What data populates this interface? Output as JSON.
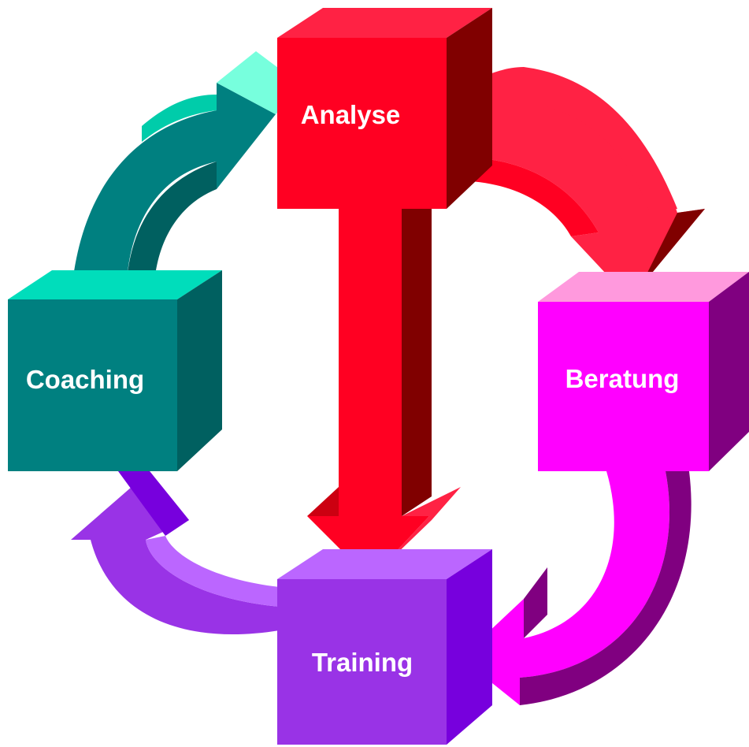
{
  "diagram": {
    "nodes": {
      "analyse": {
        "label": "Analyse"
      },
      "beratung": {
        "label": "Beratung"
      },
      "training": {
        "label": "Training"
      },
      "coaching": {
        "label": "Coaching"
      }
    },
    "edges": [
      {
        "from": "Analyse",
        "to": "Beratung"
      },
      {
        "from": "Analyse",
        "to": "Training"
      },
      {
        "from": "Beratung",
        "to": "Training"
      },
      {
        "from": "Training",
        "to": "Coaching"
      },
      {
        "from": "Coaching",
        "to": "Analyse"
      }
    ]
  },
  "colors": {
    "analyse": {
      "front": "#ff0022",
      "top": "#ff2244",
      "side": "#800000"
    },
    "beratung": {
      "front": "#ff00ff",
      "top": "#ff99dd",
      "side": "#800080"
    },
    "training": {
      "front": "#9933e6",
      "top": "#bb66ff",
      "side": "#7700dd"
    },
    "coaching": {
      "front": "#008080",
      "top": "#00ddbb",
      "side": "#006060"
    }
  }
}
